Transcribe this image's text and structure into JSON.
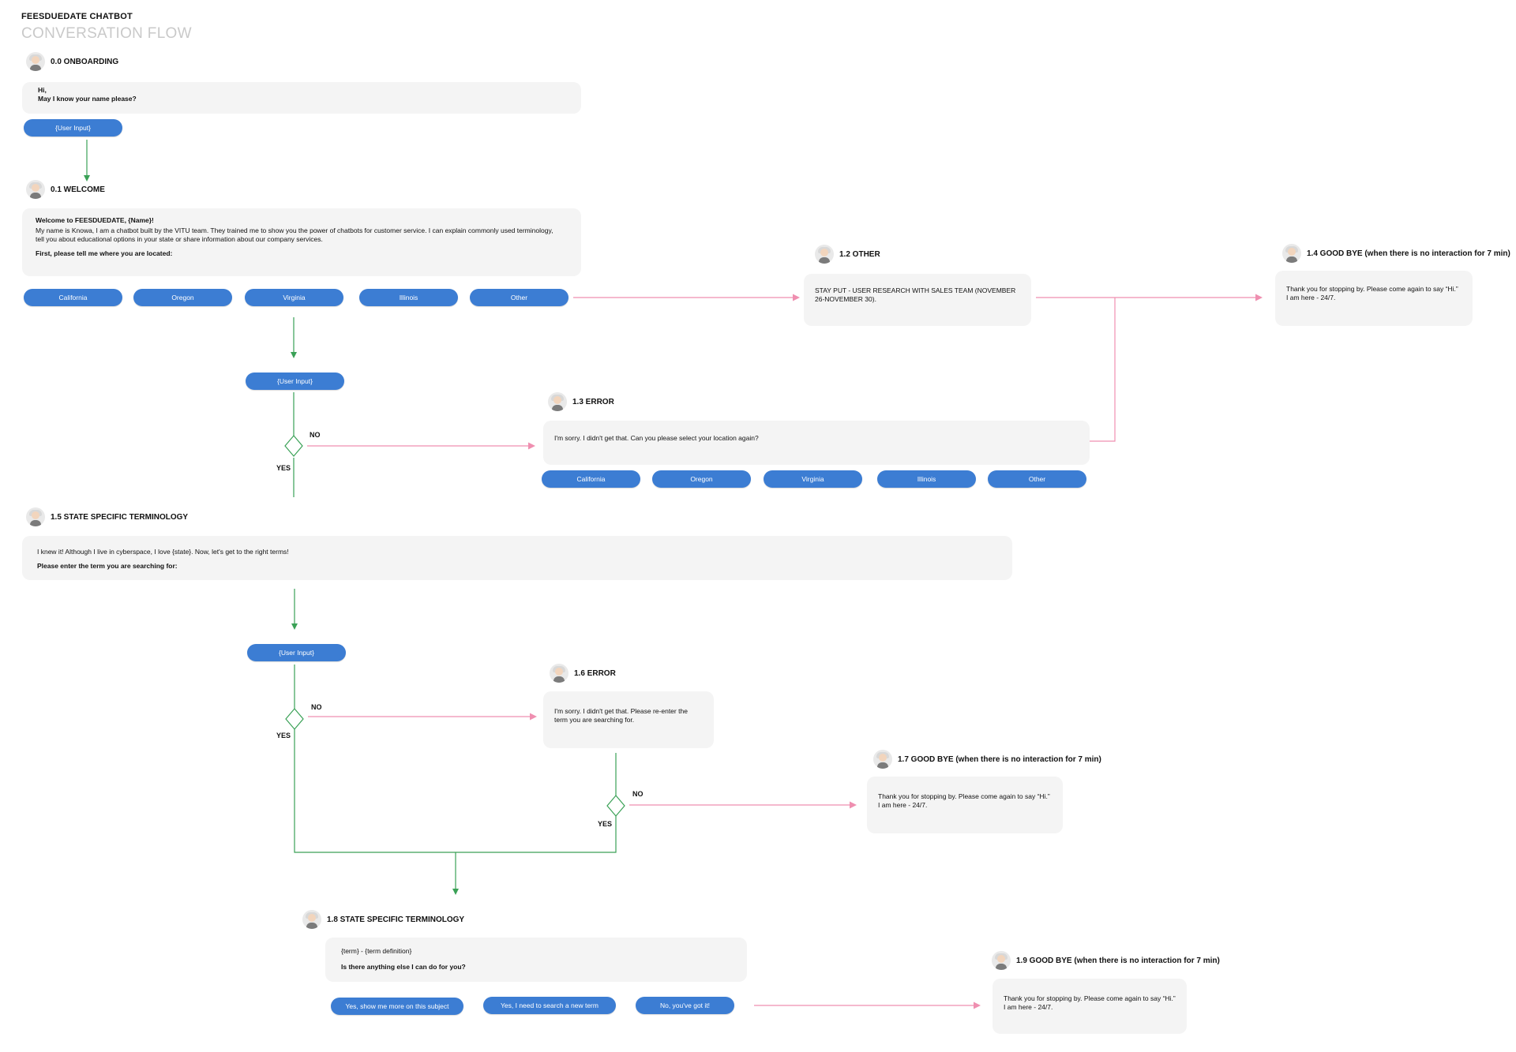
{
  "title": "FEESDUEDATE CHATBOT",
  "subtitle": "CONVERSATION FLOW",
  "colors": {
    "button": "#3c7dd3",
    "bubble": "#f4f4f4",
    "yes_path": "#3aa156",
    "no_path": "#ef8fb0"
  },
  "user_input_label": "{User Input}",
  "locations": [
    "California",
    "Oregon",
    "Virginia",
    "Illinois",
    "Other"
  ],
  "decision": {
    "yes": "YES",
    "no": "NO"
  },
  "nodes": {
    "onboarding": {
      "header": "0.0 ONBOARDING",
      "line1": "Hi,",
      "line2": "May I know your name please?"
    },
    "welcome": {
      "header": "0.1 WELCOME",
      "line1": "Welcome to FEESDUEDATE, {Name}!",
      "line2": "My name is Knowa, I am a chatbot built by the VITU team. They trained me to show you the power of chatbots for customer service. I can explain commonly used terminology, tell you about educational options in your state or share information about our company services.",
      "line3": "First, please tell me where you are located:"
    },
    "other": {
      "header": "1.2 OTHER",
      "line1": "STAY PUT - USER RESEARCH WITH SALES TEAM (NOVEMBER 26-NOVEMBER 30)."
    },
    "error13": {
      "header": "1.3 ERROR",
      "line1": "I'm sorry. I didn't get that. Can you please select your location again?"
    },
    "goodbye14": {
      "header": "1.4 GOOD BYE (when there is no interaction for 7 min)",
      "line1": "Thank you for stopping by. Please come again to say “Hi.” I am here - 24/7."
    },
    "terminology15": {
      "header": "1.5 STATE SPECIFIC TERMINOLOGY",
      "line1": "I knew it! Although I live in cyberspace, I love {state}. Now, let's get to the right terms!",
      "line2": "Please enter the term you are searching for:"
    },
    "error16": {
      "header": "1.6 ERROR",
      "line1": "I'm sorry. I didn't get that. Please re-enter the term you are searching for."
    },
    "goodbye17": {
      "header": "1.7 GOOD BYE  (when there is no interaction for 7 min)",
      "line1": "Thank you for stopping by. Please come again to say “Hi.” I am here - 24/7."
    },
    "terminology18": {
      "header": "1.8 STATE SPECIFIC TERMINOLOGY",
      "line1": "{term} - {term definition}",
      "line2": "Is there anything else I can do for you?",
      "options": [
        "Yes, show me more on this subject",
        "Yes, I need to search a new term",
        "No, you've got it!"
      ]
    },
    "goodbye19": {
      "header": "1.9 GOOD BYE  (when there is no interaction for 7 min)",
      "line1": "Thank you for stopping by. Please come again to say “Hi.” I am here - 24/7."
    }
  }
}
